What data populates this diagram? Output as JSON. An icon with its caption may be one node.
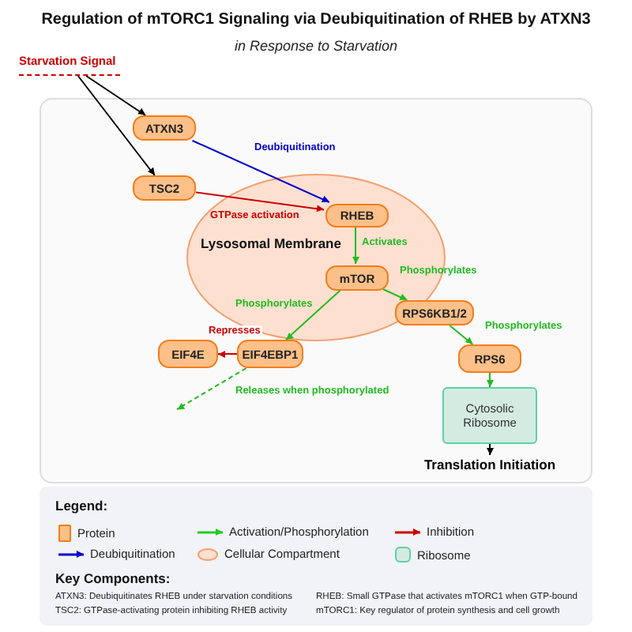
{
  "diagram": {
    "title": "Regulation of mTORC1 Signaling via Deubiquitination of RHEB by ATXN3",
    "caption": "in Response to Starvation",
    "nodes": [
      {
        "text": [
          "Starvation Signal"
        ]
      },
      {
        "text": [
          "Lysosomal Membrane"
        ]
      },
      {
        "text": [
          "ATXN3"
        ]
      },
      {
        "text": [
          "TSC2"
        ]
      },
      {
        "text": [
          "RHEB"
        ],
        "in": 1
      },
      {
        "text": [
          "mTOR"
        ],
        "in": 1
      },
      {
        "text": [
          "RPS6KB1/2"
        ]
      },
      {
        "text": [
          "EIF4E"
        ]
      },
      {
        "text": [
          "EIF4EBP1"
        ]
      },
      {
        "text": [
          "RPS6"
        ]
      },
      {
        "text": [
          "Cytosolic Ribosome"
        ]
      },
      {
        "text": [
          "Translation Initiation"
        ]
      }
    ],
    "edges": [
      {
        "from": 0,
        "to": 2,
        "arrow": "to",
        "color": "#000000"
      },
      {
        "from": 0,
        "to": 3,
        "arrow": "to",
        "color": "#000000"
      },
      {
        "from": 2,
        "to": 4,
        "arrow": "to",
        "label": "Deubiquitination",
        "color": "#0000cc"
      },
      {
        "from": 3,
        "to": 4,
        "arrow": "to",
        "label": "GTPase activation",
        "color": "#cc0000"
      },
      {
        "from": 4,
        "to": 5,
        "arrow": "to",
        "label": "Activates"
      },
      {
        "from": 5,
        "to": 6,
        "arrow": "to",
        "label": "Phosphorylates"
      },
      {
        "from": 5,
        "to": 8,
        "arrow": "to",
        "label": "Phosphorylates"
      },
      {
        "from": 6,
        "to": 9,
        "arrow": "to",
        "label": "Phosphorylates"
      },
      {
        "from": 8,
        "to": 7,
        "arrow": "to",
        "label": "Represses",
        "color": "#cc0000"
      },
      {
        "from": 8,
        "to": null,
        "arrow": "to",
        "label": "Releases when phosphorylated",
        "style": "dashed"
      },
      {
        "from": 9,
        "to": 10,
        "arrow": "to"
      },
      {
        "from": 10,
        "to": 11,
        "arrow": "to",
        "color": "#000000"
      }
    ],
    "labels": [
      "Legend:",
      "Key Components:",
      "ATXN3: Deubiquitinates RHEB under starvation conditions",
      "RHEB: Small GTPase that activates mTORC1 when GTP-bound",
      "TSC2: GTPase-activating protein inhibiting RHEB activity",
      "mTORC1: Key regulator of protein synthesis and cell growth"
    ],
    "legend": [
      {
        "text": "Protein",
        "color": "#fdc088"
      },
      {
        "text": "Activation/Phosphorylation"
      },
      {
        "text": "Inhibition"
      },
      {
        "text": "Deubiquitination"
      },
      {
        "text": "Cellular Compartment",
        "color": "#fde0d0"
      },
      {
        "text": "Ribosome",
        "color": "#d4ebe2"
      }
    ]
  }
}
